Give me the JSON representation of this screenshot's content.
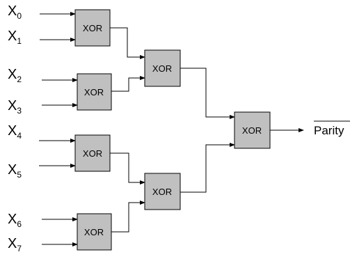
{
  "diagram": {
    "inputs": [
      {
        "letter": "X",
        "index": "0"
      },
      {
        "letter": "X",
        "index": "1"
      },
      {
        "letter": "X",
        "index": "2"
      },
      {
        "letter": "X",
        "index": "3"
      },
      {
        "letter": "X",
        "index": "4"
      },
      {
        "letter": "X",
        "index": "5"
      },
      {
        "letter": "X",
        "index": "6"
      },
      {
        "letter": "X",
        "index": "7"
      }
    ],
    "gates": [
      {
        "id": "g1",
        "label": "XOR"
      },
      {
        "id": "g2",
        "label": "XOR"
      },
      {
        "id": "g3",
        "label": "XOR"
      },
      {
        "id": "g4",
        "label": "XOR"
      },
      {
        "id": "g5",
        "label": "XOR"
      },
      {
        "id": "g6",
        "label": "XOR"
      },
      {
        "id": "g7",
        "label": "XOR"
      }
    ],
    "output": {
      "label": "Parity",
      "overline": true
    },
    "colors": {
      "gate_fill": "#c0c0c0",
      "stroke": "#000000",
      "background": "#ffffff"
    }
  }
}
